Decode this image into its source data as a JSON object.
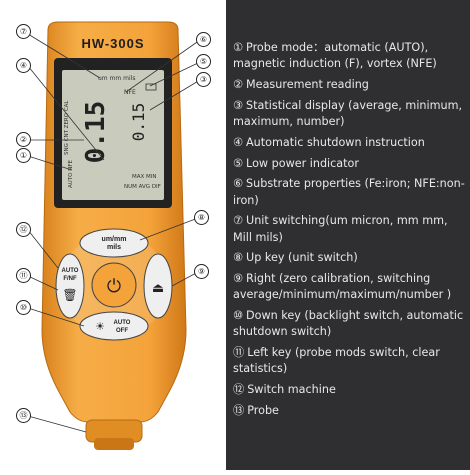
{
  "device": {
    "model": "HW-300S",
    "screen": {
      "icons_row": "um mm mils",
      "top_right": "NFE",
      "mode_row": "SNG CNT ZERO CAL",
      "main_reading": "0.15",
      "secondary_reading": "0.15",
      "probe_mode": "AUTO NFE",
      "stats_line1": "MAX MIN",
      "stats_line2": "NUM AVG DIF"
    },
    "buttons": {
      "up": "um/mm\nmils",
      "left_top": "AUTO\nF/NF",
      "down": "AUTO\nOFF"
    },
    "callouts": [
      "⑦",
      "⑥",
      "④",
      "⑤",
      "③",
      "②",
      "①",
      "⑧",
      "⑫",
      "⑨",
      "⑪",
      "⑩",
      "⑬"
    ]
  },
  "legend": [
    {
      "num": "①",
      "text": "Probe mode：automatic (AUTO), magnetic induction (F), vortex (NFE)"
    },
    {
      "num": "②",
      "text": "Measurement reading"
    },
    {
      "num": "③",
      "text": "Statistical display (average, minimum, maximum, number)"
    },
    {
      "num": "④",
      "text": "Automatic shutdown instruction"
    },
    {
      "num": "⑤",
      "text": "Low power indicator"
    },
    {
      "num": "⑥",
      "text": "Substrate properties (Fe:iron; NFE:non-iron)"
    },
    {
      "num": "⑦",
      "text": "Unit switching(um micron, mm mm, Mill mils)"
    },
    {
      "num": "⑧",
      "text": "Up key (unit switch)"
    },
    {
      "num": "⑨",
      "text": "Right (zero calibration, switching average/minimum/maximum/number )"
    },
    {
      "num": "⑩",
      "text": "Down key (backlight switch, automatic shutdown switch)"
    },
    {
      "num": "⑪",
      "text": "Left key (probe mods switch, clear statistics)"
    },
    {
      "num": "⑫",
      "text": "Switch machine"
    },
    {
      "num": "⑬",
      "text": "Probe"
    }
  ],
  "colors": {
    "body_orange": "#f4a33a",
    "body_dark": "#d9821c",
    "panel_bg": "#2f2f31",
    "screen_bg": "#c9cbbd"
  }
}
